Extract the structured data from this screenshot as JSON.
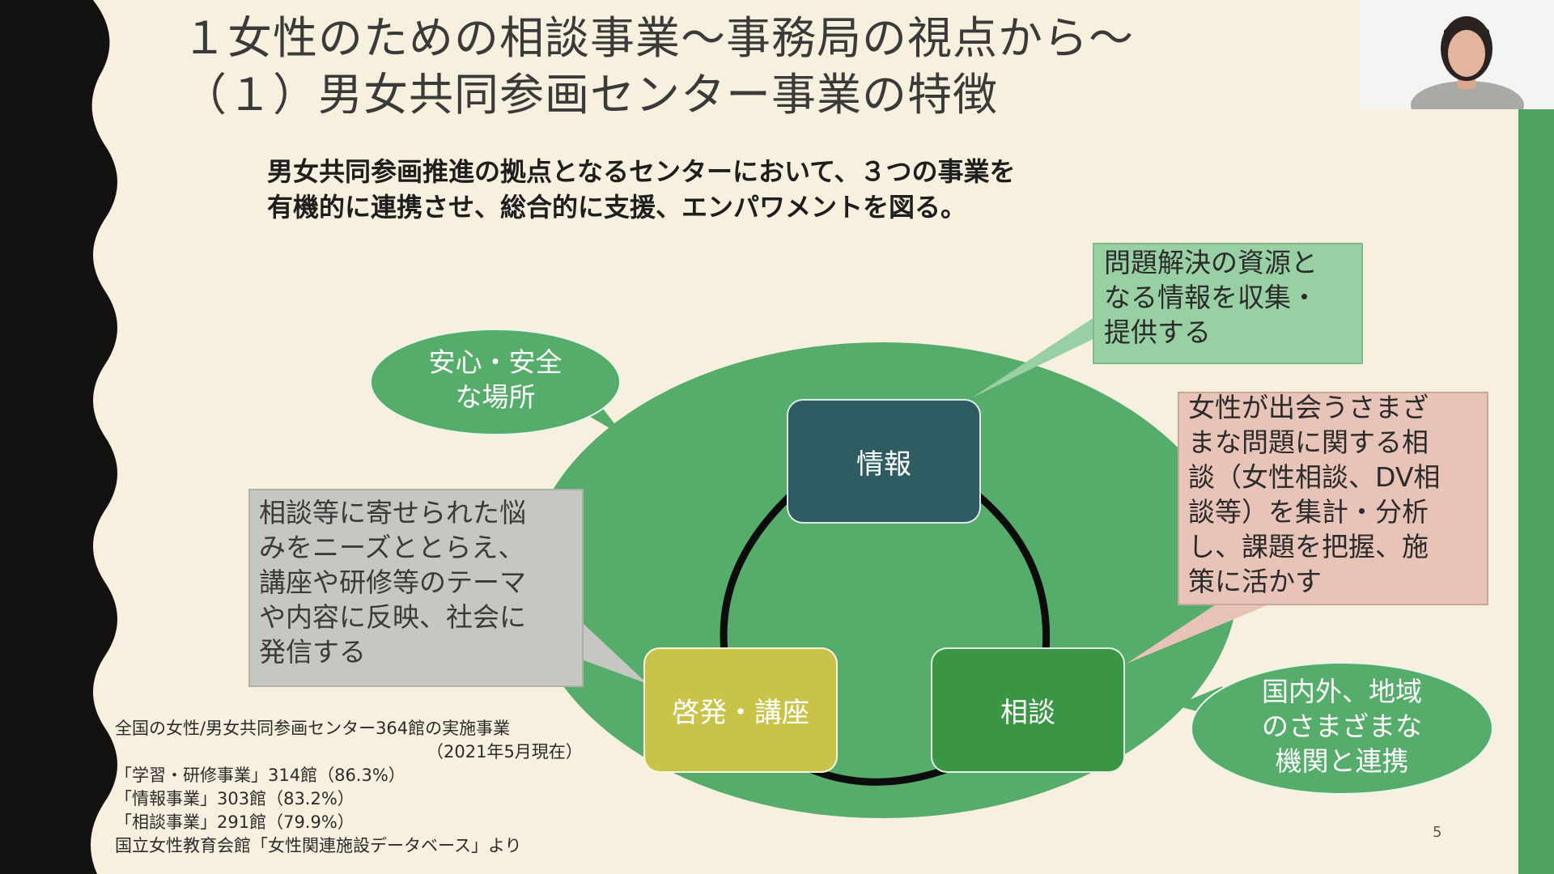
{
  "slide": {
    "title_line1": "１女性のための相談事業～事務局の視点から～",
    "title_line2": "（１）男女共同参画センター事業の特徴",
    "lead_line1": "男女共同参画推進の拠点となるセンターにおいて、３つの事業を",
    "lead_line2": "有機的に連携させ、総合的に支援、エンパワメントを図る。",
    "page_number": "5"
  },
  "diagram": {
    "nodes": {
      "info": "情報",
      "consult": "相談",
      "education": "啓発・講座"
    },
    "callouts": {
      "info_resource": [
        "問題解決の資源と",
        "なる情報を収集・",
        "提供する"
      ],
      "consult_analysis": [
        "女性が出会うさまざ",
        "まな問題に関する相",
        "談（女性相談、DV相",
        "談等）を集計・分析",
        "し、課題を把握、施",
        "策に活かす"
      ],
      "education_needs": [
        "相談等に寄せられた悩",
        "みをニーズととらえ、",
        "講座や研修等のテーマ",
        "や内容に反映、社会に",
        "発信する"
      ]
    },
    "bubbles": {
      "safe_place": [
        "安心・安全",
        "な場所"
      ],
      "network": [
        "国内外、地域",
        "のさまざまな",
        "機関と連携"
      ]
    },
    "colors": {
      "big_ellipse": "#55ac6b",
      "info_node": "#2f5c62",
      "consult_node": "#3a9544",
      "education_node": "#c9c34a",
      "info_callout": "#98cfa3",
      "consult_callout": "#e8c4b8",
      "education_callout": "#c7c7c2",
      "bubble": "#55ac6b"
    }
  },
  "stats": {
    "heading": "全国の女性/男女共同参画センター364館の実施事業",
    "as_of": "（2021年5月現在）",
    "items": [
      "「学習・研修事業」314館（86.3%）",
      "「情報事業」303館（83.2%）",
      "「相談事業」291館（79.9%）"
    ],
    "source": "国立女性教育会館「女性関連施設データベース」より"
  }
}
